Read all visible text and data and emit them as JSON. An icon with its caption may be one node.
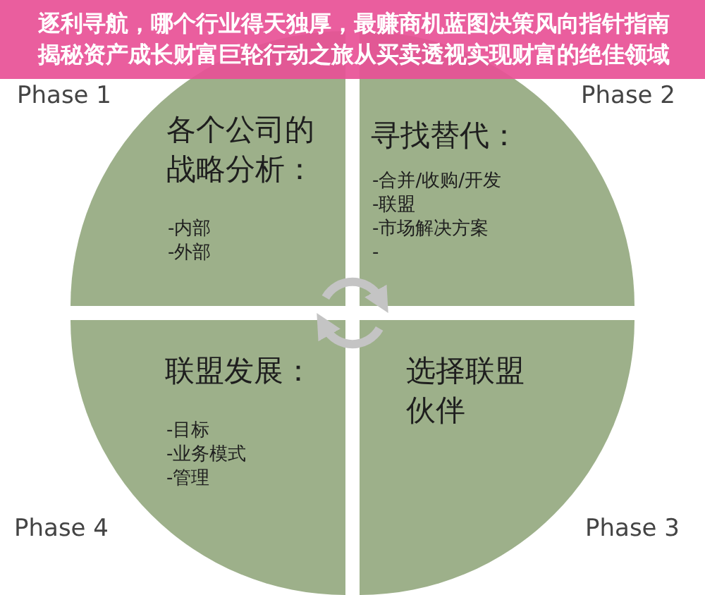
{
  "diagram": {
    "title": "逐利寻航，哪个行业得天独厚，最赚商机蓝图决策风向指针指南揭秘资产成长财富巨轮行动之旅从买卖透视实现财富的绝佳领域",
    "nodes": [
      {
        "text": [
          "各个公司的战略分析：",
          "-内部",
          "-外部"
        ],
        "beside": [
          "Phase 1"
        ]
      },
      {
        "text": [
          "寻找替代：",
          "-合并/收购/开发",
          "-联盟",
          "-市场解决方案",
          "-"
        ],
        "beside": [
          "Phase 2"
        ]
      },
      {
        "text": [
          "选择联盟伙伴"
        ],
        "beside": [
          "Phase 3"
        ]
      },
      {
        "text": [
          "联盟发展：",
          "-目标",
          "-业务模式",
          "-管理"
        ],
        "beside": [
          "Phase 4"
        ]
      }
    ],
    "edges": [
      {
        "from": 0,
        "to": 1,
        "arrow": "to"
      },
      {
        "from": 2,
        "to": 3,
        "arrow": "to"
      }
    ]
  }
}
